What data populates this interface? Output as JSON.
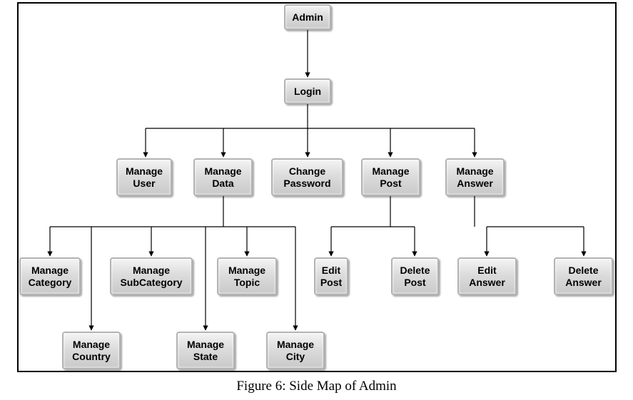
{
  "diagram": {
    "nodes": {
      "admin": "Admin",
      "login": "Login",
      "manage_user": "Manage\nUser",
      "manage_data": "Manage\nData",
      "change_password": "Change\nPassword",
      "manage_post": "Manage\nPost",
      "manage_answer": "Manage\nAnswer",
      "manage_category": "Manage\nCategory",
      "manage_subcategory": "Manage\nSubCategory",
      "manage_topic": "Manage\nTopic",
      "edit_post": "Edit\nPost",
      "delete_post": "Delete\nPost",
      "edit_answer": "Edit\nAnswer",
      "delete_answer": "Delete\nAnswer",
      "manage_country": "Manage\nCountry",
      "manage_state": "Manage\nState",
      "manage_city": "Manage\nCity"
    },
    "edges": [
      [
        "admin",
        "login"
      ],
      [
        "login",
        "manage_user"
      ],
      [
        "login",
        "manage_data"
      ],
      [
        "login",
        "change_password"
      ],
      [
        "login",
        "manage_post"
      ],
      [
        "login",
        "manage_answer"
      ],
      [
        "manage_data",
        "manage_category"
      ],
      [
        "manage_data",
        "manage_country"
      ],
      [
        "manage_data",
        "manage_subcategory"
      ],
      [
        "manage_data",
        "manage_state"
      ],
      [
        "manage_data",
        "manage_topic"
      ],
      [
        "manage_data",
        "manage_city"
      ],
      [
        "manage_post",
        "edit_post"
      ],
      [
        "manage_post",
        "delete_post"
      ],
      [
        "manage_answer",
        "edit_answer"
      ],
      [
        "manage_answer",
        "delete_answer"
      ]
    ]
  },
  "caption": "Figure 6: Side Map of Admin",
  "colors": {
    "node_fill": "#d9d9d9",
    "node_border": "#b3b3b3",
    "line": "#000000"
  }
}
